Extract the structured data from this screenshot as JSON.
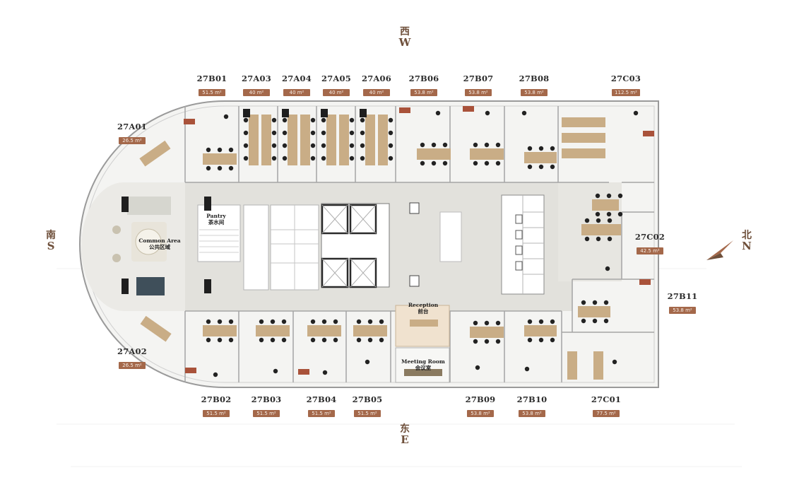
{
  "directions": {
    "west": {
      "cn": "西",
      "en": "W"
    },
    "east": {
      "cn": "东",
      "en": "E"
    },
    "south": {
      "cn": "南",
      "en": "S"
    },
    "north": {
      "cn": "北",
      "en": "N"
    }
  },
  "units": {
    "b01": {
      "code": "27B01",
      "area": "51.5 m²"
    },
    "a03": {
      "code": "27A03",
      "area": "40 m²"
    },
    "a04": {
      "code": "27A04",
      "area": "40 m²"
    },
    "a05": {
      "code": "27A05",
      "area": "40 m²"
    },
    "a06": {
      "code": "27A06",
      "area": "40 m²"
    },
    "b06": {
      "code": "27B06",
      "area": "53.8 m²"
    },
    "b07": {
      "code": "27B07",
      "area": "53.8 m²"
    },
    "b08": {
      "code": "27B08",
      "area": "53.8 m²"
    },
    "c03": {
      "code": "27C03",
      "area": "112.5 m²"
    },
    "a01": {
      "code": "27A01",
      "area": "26.5 m²"
    },
    "a02": {
      "code": "27A02",
      "area": "26.5 m²"
    },
    "c02": {
      "code": "27C02",
      "area": "42.5 m²"
    },
    "b11": {
      "code": "27B11",
      "area": "53.8 m²"
    },
    "b02": {
      "code": "27B02",
      "area": "51.5 m²"
    },
    "b03": {
      "code": "27B03",
      "area": "51.5 m²"
    },
    "b04": {
      "code": "27B04",
      "area": "51.5 m²"
    },
    "b05": {
      "code": "27B05",
      "area": "51.5 m²"
    },
    "b09": {
      "code": "27B09",
      "area": "53.8 m²"
    },
    "b10": {
      "code": "27B10",
      "area": "53.8 m²"
    },
    "c01": {
      "code": "27C01",
      "area": "77.5 m²"
    }
  },
  "rooms": {
    "pantry": {
      "en": "Pantry",
      "cn": "茶水间"
    },
    "common_area": {
      "en": "Common Area",
      "cn": "公共区域"
    },
    "reception": {
      "en": "Reception",
      "cn": "前台"
    },
    "meeting_room": {
      "en": "Meeting Room",
      "cn": "会议室"
    }
  },
  "colors": {
    "accent": "#a4684a",
    "direction_text": "#6e4f3a",
    "wall": "#9a9a9a",
    "corridor": "#e2e1dc",
    "floor": "#f4f4f2",
    "desk": "#c9ad86",
    "cabinet": "#a9523a",
    "chair": "#222222"
  }
}
